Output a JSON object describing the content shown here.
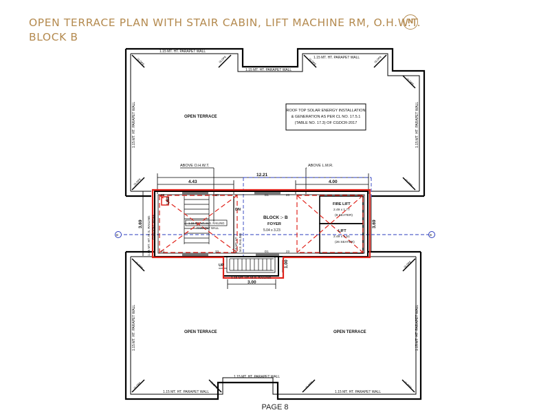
{
  "header": {
    "title_line1": "OPEN TERRACE PLAN WITH STAIR CABIN, LIFT MACHINE RM, O.H.W.T.",
    "title_line2": "BLOCK B",
    "north_label": "N"
  },
  "footer": {
    "page_label": "PAGE 8"
  },
  "plan": {
    "parapet_wall": "1.15 MT. HT. PARAPET WALL",
    "open_terrace": "OPEN TERRACE",
    "slope": "SLOPE",
    "solar_note": [
      "ROOF TOP SOLAR ENERGY INSTALLATION",
      "& GENERATION AS PER CL NO. 17.5.1",
      "(TABLE NO. 17.3) OF CGDCR-2017"
    ],
    "above_ohwt": "ABOVE O.H.W.T.",
    "above_lmr": "ABOVE L.M.R.",
    "dim_total": "12.21",
    "dim_left": "4.43",
    "dim_right": "4.00",
    "dim_height_left": "3.69",
    "dim_height_right": "3.69",
    "dim_bottom": "3.00",
    "dim_lower": "1.00",
    "block_label": "BLOCK :- B",
    "foyer_label": "FOYER",
    "foyer_size": "5.04 x 3.23",
    "fire_lift_label": "FIRE LIFT",
    "fire_lift_size": "2.49 x 1.77",
    "fire_lift_sub": "(8 SEATER)",
    "lift_label": "LIFT",
    "lift_size": "2.49 x 1.51",
    "lift_sub": "(26 SEATER)",
    "railing_side": "1.05 MT. HT. M.S. RAILING",
    "parapet_side": "PARAPET WALL",
    "railing_inner": "1.15 MT. HT. M.S. RAILING",
    "railing_inner2": "1.15 MT. HT.",
    "railing_inner3": "M.S. RAILING",
    "railing_bottom": "1.15 MT. HT. M.S. RAILING",
    "dn": "DN",
    "up": "UP",
    "lmr_mark": "LMR",
    "door_d1": "D1",
    "door_23": "23",
    "window_w": "W"
  }
}
